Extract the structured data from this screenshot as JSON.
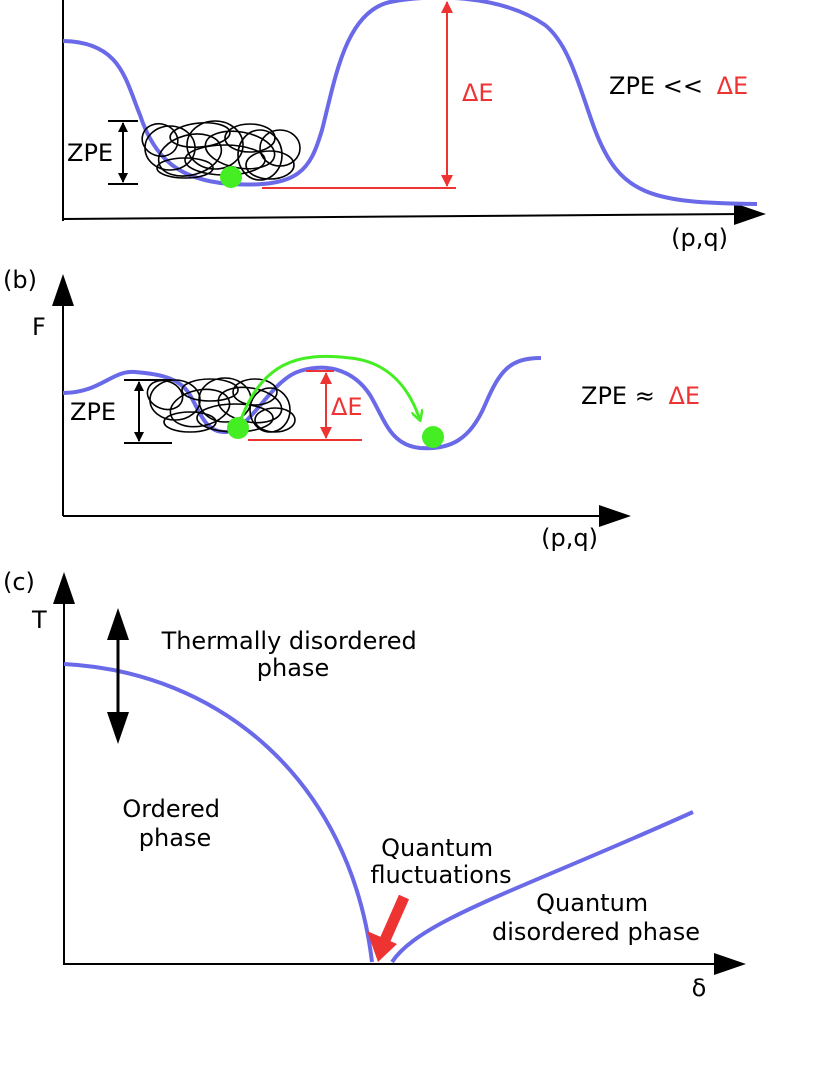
{
  "panels": [
    {
      "id": "a",
      "panel_label": "",
      "y_axis_label": "",
      "x_axis_label": "(p,q)",
      "zpe_label": "ZPE",
      "delta_label": "ΔE",
      "relation": {
        "lhs": "ZPE <<",
        "rhs": "ΔE"
      }
    },
    {
      "id": "b",
      "panel_label": "(b)",
      "y_axis_label": "F",
      "x_axis_label": "(p,q)",
      "zpe_label": "ZPE",
      "delta_label": "ΔE",
      "relation": {
        "lhs": "ZPE ≈",
        "rhs": "ΔE"
      }
    },
    {
      "id": "c",
      "panel_label": "(c)",
      "y_axis_label": "T",
      "x_axis_label": "δ",
      "regions": {
        "thermal_line1": "Thermally disordered",
        "thermal_line2": "phase",
        "ordered_line1": "Ordered",
        "ordered_line2": "phase",
        "quantum_fluct_line1": "Quantum",
        "quantum_fluct_line2": "fluctuations",
        "quantum_dis_line1": "Quantum",
        "quantum_dis_line2": "disordered phase"
      }
    }
  ],
  "colors": {
    "curve": "#6a6ae8",
    "energy_marker": "#ee3333",
    "particle": "#44ee22",
    "axis": "#000000"
  }
}
